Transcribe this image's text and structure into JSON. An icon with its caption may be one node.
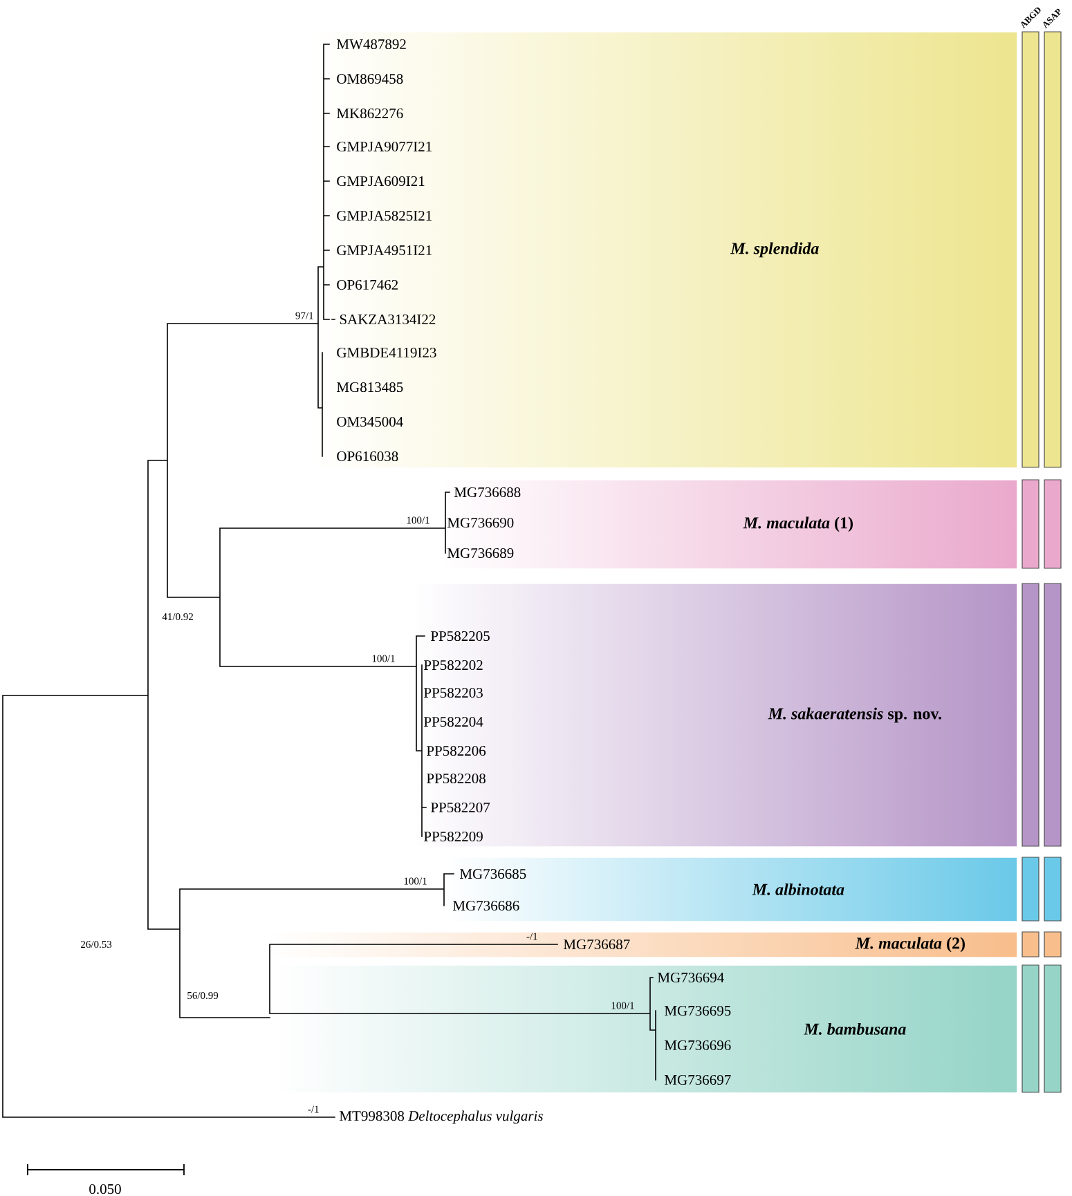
{
  "diagram": {
    "nodes": [
      {
        "text": [
          "*M. splendida*"
        ]
      },
      {
        "text": [
          "*M. maculata* (1)"
        ]
      },
      {
        "text": [
          "*M. sakaeratensis* sp. nov."
        ]
      },
      {
        "text": [
          "*M. albinotata*"
        ]
      },
      {
        "text": [
          "*M. maculata* (2)"
        ]
      },
      {
        "text": [
          "*M. bambusana*"
        ]
      }
    ],
    "labels": [
      "ABGD",
      "ASAP",
      "MW487892",
      "OM869458",
      "MK862276",
      "GMPJA9077I21",
      "GMPJA609I21",
      "GMPJA5825I21",
      "GMPJA4951I21",
      "OP617462",
      "SAKZA3134I22",
      "GMBDE4119I23",
      "MG813485",
      "OM345004",
      "OP616038",
      "97/1",
      "100/1",
      "MG736688",
      "MG736690",
      "MG736689",
      "41/0.92",
      "100/1",
      "PP582205",
      "PP582202",
      "PP582203",
      "PP582204",
      "PP582206",
      "PP582208",
      "PP582207",
      "PP582209",
      "100/1",
      "MG736685",
      "MG736686",
      "-/1",
      "MG736687",
      "26/0.53",
      "56/0.99",
      "100/1",
      "MG736694",
      "MG736695",
      "MG736696",
      "MG736697",
      "-/1",
      "MT998308 *Deltocephalus vulgaris*",
      "0.050"
    ]
  }
}
